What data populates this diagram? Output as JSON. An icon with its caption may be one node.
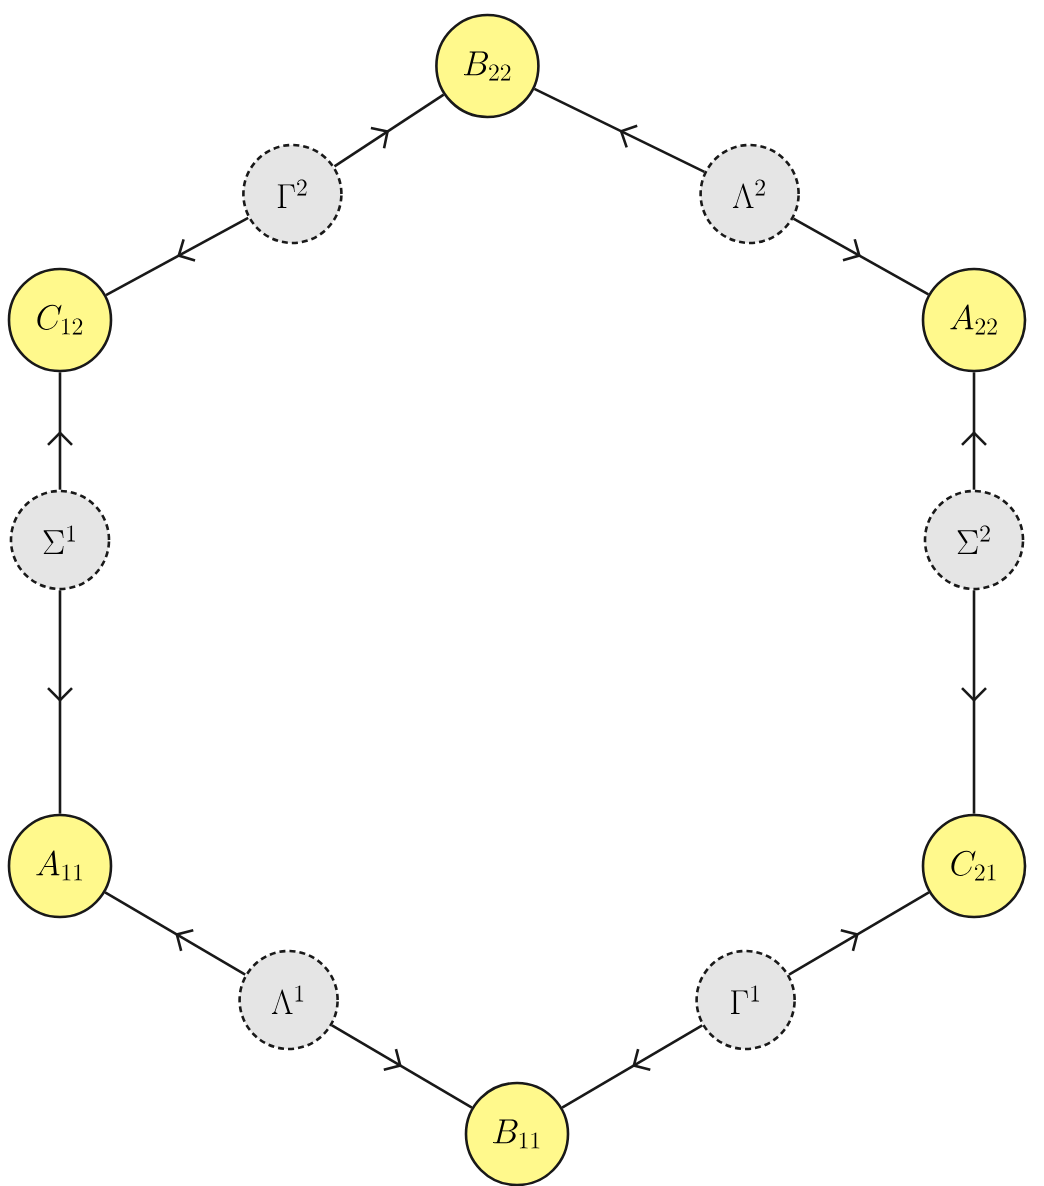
{
  "diagram": {
    "nodes": [
      {
        "text": [
          "B_{22}"
        ]
      },
      {
        "text": [
          "\\Gamma^2"
        ]
      },
      {
        "text": [
          "\\Lambda^2"
        ]
      },
      {
        "text": [
          "C_{12}"
        ]
      },
      {
        "text": [
          "A_{22}"
        ]
      },
      {
        "text": [
          "\\Sigma^1"
        ]
      },
      {
        "text": [
          "\\Sigma^2"
        ]
      },
      {
        "text": [
          "A_{11}"
        ]
      },
      {
        "text": [
          "C_{21}"
        ]
      },
      {
        "text": [
          "\\Lambda^1"
        ]
      },
      {
        "text": [
          "\\Gamma^1"
        ]
      },
      {
        "text": [
          "B_{11}"
        ]
      }
    ],
    "edges": [
      {
        "from": 1,
        "to": 0,
        "arrow": "to"
      },
      {
        "from": 1,
        "to": 3,
        "arrow": "to"
      },
      {
        "from": 2,
        "to": 0,
        "arrow": "to"
      },
      {
        "from": 2,
        "to": 4,
        "arrow": "to"
      },
      {
        "from": 5,
        "to": 3,
        "arrow": "to"
      },
      {
        "from": 5,
        "to": 7,
        "arrow": "to"
      },
      {
        "from": 6,
        "to": 4,
        "arrow": "to"
      },
      {
        "from": 6,
        "to": 8,
        "arrow": "to"
      },
      {
        "from": 9,
        "to": 7,
        "arrow": "to"
      },
      {
        "from": 9,
        "to": 11,
        "arrow": "to"
      },
      {
        "from": 10,
        "to": 8,
        "arrow": "to"
      },
      {
        "from": 10,
        "to": 11,
        "arrow": "to"
      }
    ]
  }
}
